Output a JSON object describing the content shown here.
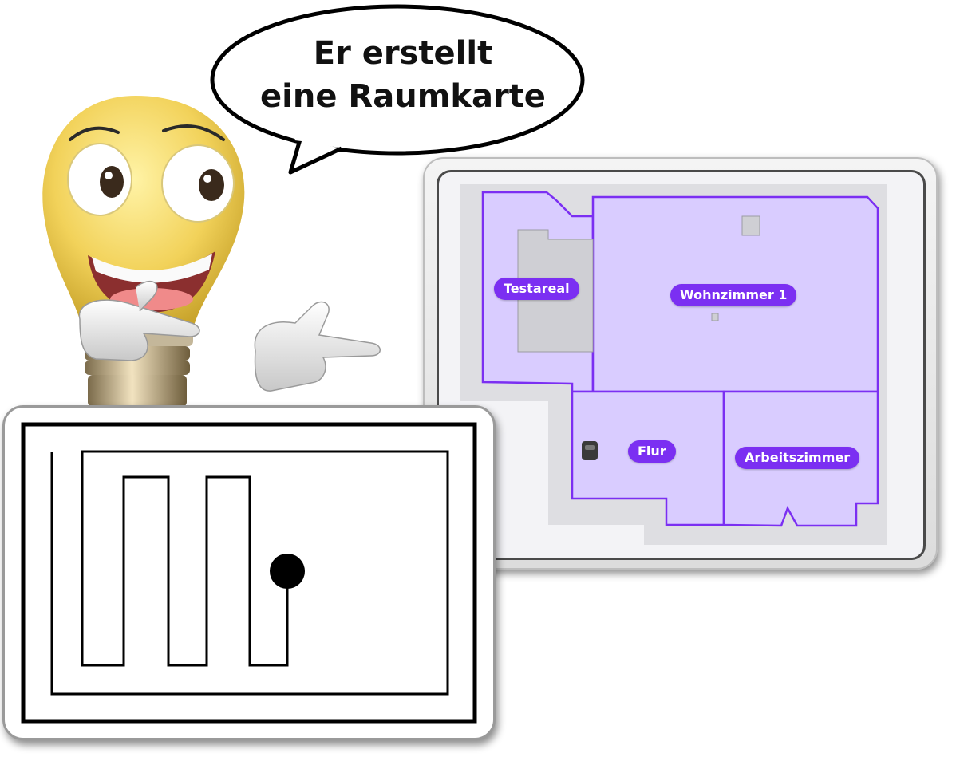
{
  "speech": {
    "line1": "Er erstellt",
    "line2": "eine Raumkarte"
  },
  "map": {
    "rooms": {
      "testareal": "Testareal",
      "wohnzimmer": "Wohnzimmer 1",
      "flur": "Flur",
      "arbeitszimmer": "Arbeitszimmer"
    },
    "colors": {
      "room_fill": "#d9ccff",
      "room_border": "#7b2ff2",
      "label_bg": "#7b2ff2",
      "obstacle": "#cfcfd4"
    }
  },
  "icons": {
    "mascot": "lightbulb-character-icon",
    "robot": "robot-vacuum-icon"
  }
}
